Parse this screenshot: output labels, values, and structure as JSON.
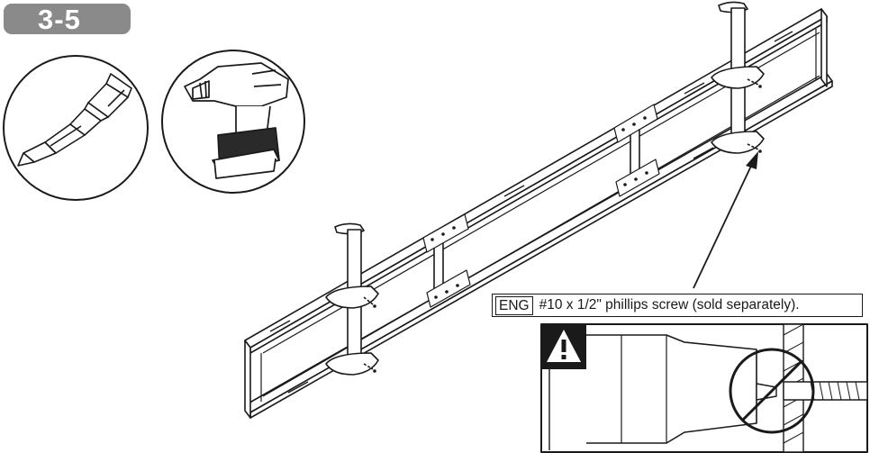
{
  "step": {
    "label": "3-5"
  },
  "tools": [
    {
      "icon": "phillips-bit-icon"
    },
    {
      "icon": "cordless-drill-icon"
    }
  ],
  "callout": {
    "language": "ENG",
    "text": "#10 x 1/2\" phillips screw (sold separately)."
  },
  "warning": {
    "icon": "warning-triangle-icon",
    "detail": "no-overdrive-screw-icon"
  },
  "colors": {
    "ink": "#1a1a1a",
    "badge": "#8a8a8a",
    "background": "#ffffff"
  }
}
